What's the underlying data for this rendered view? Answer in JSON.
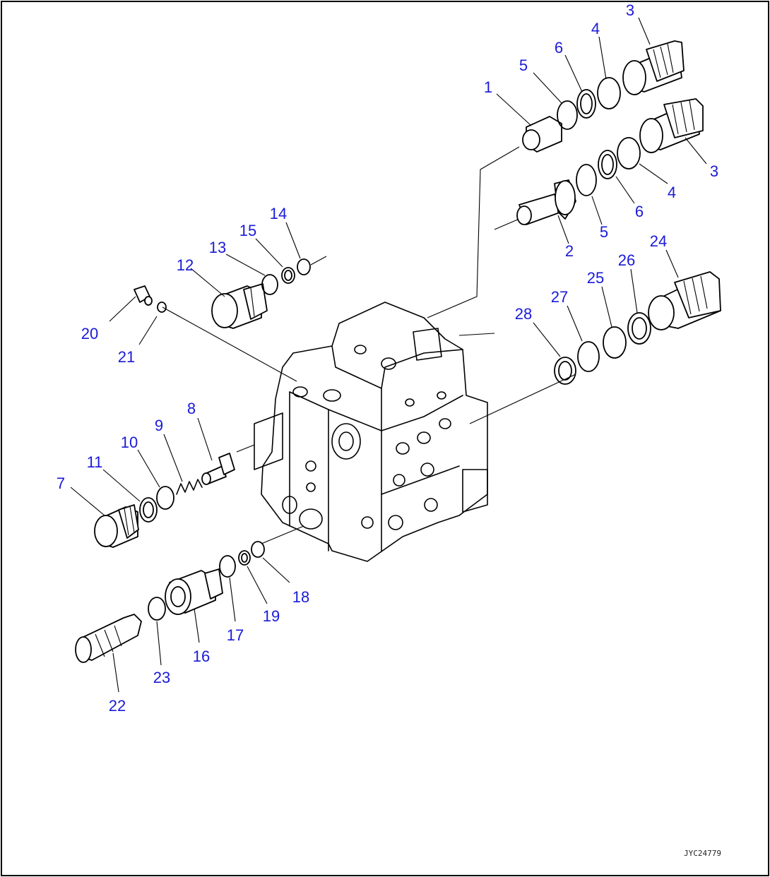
{
  "diagram": {
    "drawing_code": "JYC24779",
    "callout_color": "#1a1ad8",
    "callouts": [
      "1",
      "2",
      "3",
      "3",
      "4",
      "4",
      "5",
      "5",
      "6",
      "6",
      "7",
      "8",
      "9",
      "10",
      "11",
      "12",
      "13",
      "14",
      "15",
      "16",
      "17",
      "18",
      "19",
      "20",
      "21",
      "22",
      "23",
      "24",
      "25",
      "26",
      "27",
      "28"
    ]
  }
}
